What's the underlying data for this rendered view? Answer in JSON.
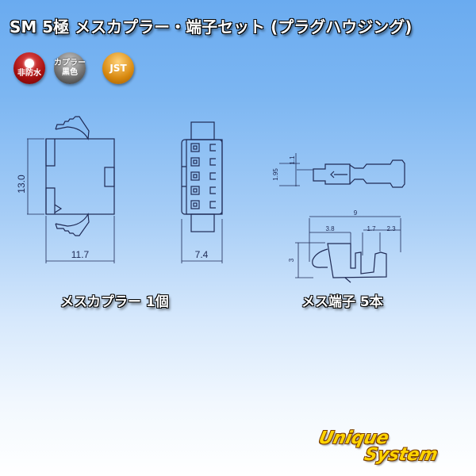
{
  "title": "SM 5極 メスカプラー・端子セット (プラグハウジング)",
  "badges": [
    {
      "icon": "sun-icon",
      "label": "非防水",
      "color": "#a50f0f"
    },
    {
      "label_line1": "カプラー",
      "label_line2": "黒色",
      "color": "#6e6e6e"
    },
    {
      "label": "JST",
      "color": "#d8890f"
    }
  ],
  "drawings": {
    "coupler_side": {
      "height_dim": "13.0",
      "width_dim": "11.7"
    },
    "coupler_front": {
      "width_dim": "7.4",
      "cavities": 5
    },
    "terminal_top": {
      "dim_a": "1.1",
      "dim_b": "1.95"
    },
    "terminal_side": {
      "total": "9",
      "seg1": "3.8",
      "seg2": "1.7",
      "seg3": "2.3",
      "height": "3"
    }
  },
  "labels": {
    "coupler": "メスカプラー 1個",
    "terminal": "メス端子 5本"
  },
  "logo": {
    "line1": "Unique",
    "line2": "System"
  }
}
